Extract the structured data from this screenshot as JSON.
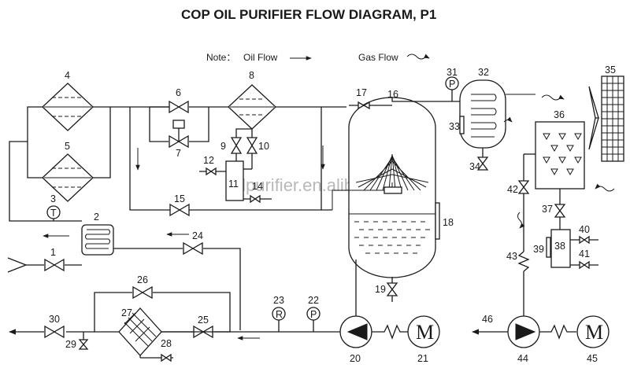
{
  "title": "COP OIL PURIFIER FLOW DIAGRAM, P1",
  "legend": {
    "note_label": "Note：",
    "oil_flow": "Oil Flow",
    "gas_flow": "Gas Flow"
  },
  "watermark": "oilpurifier.en.alibaba.com",
  "motor_symbol": "M",
  "pump_motor_links": [
    {
      "pump": "20",
      "motor": "21"
    },
    {
      "pump": "44",
      "motor": "45"
    }
  ],
  "components": [
    "1",
    "2",
    "3",
    "4",
    "5",
    "6",
    "7",
    "8",
    "9",
    "10",
    "11",
    "12",
    "14",
    "15",
    "16",
    "17",
    "18",
    "19",
    "20",
    "21",
    "22",
    "23",
    "24",
    "25",
    "26",
    "27",
    "28",
    "29",
    "30",
    "31",
    "32",
    "33",
    "34",
    "35",
    "36",
    "37",
    "38",
    "39",
    "40",
    "41",
    "42",
    "43",
    "44",
    "45",
    "46"
  ],
  "labels": {
    "n1": "1",
    "n2": "2",
    "n3": "3",
    "n4": "4",
    "n5": "5",
    "n6": "6",
    "n7": "7",
    "n8": "8",
    "n9": "9",
    "n10": "10",
    "n11": "11",
    "n12": "12",
    "n14": "14",
    "n15": "15",
    "n16": "16",
    "n17": "17",
    "n18": "18",
    "n19": "19",
    "n20": "20",
    "n21": "21",
    "n22": "22",
    "n23": "23",
    "n24": "24",
    "n25": "25",
    "n26": "26",
    "n27": "27",
    "n28": "28",
    "n29": "29",
    "n30": "30",
    "n31": "31",
    "n32": "32",
    "n33": "33",
    "n34": "34",
    "n35": "35",
    "n36": "36",
    "n37": "37",
    "n38": "38",
    "n39": "39",
    "n40": "40",
    "n41": "41",
    "n42": "42",
    "n43": "43",
    "n44": "44",
    "n45": "45",
    "n46": "46"
  },
  "gauge_glyphs": {
    "g3": "T",
    "g22": "P",
    "g23": "R",
    "g31": "P"
  }
}
